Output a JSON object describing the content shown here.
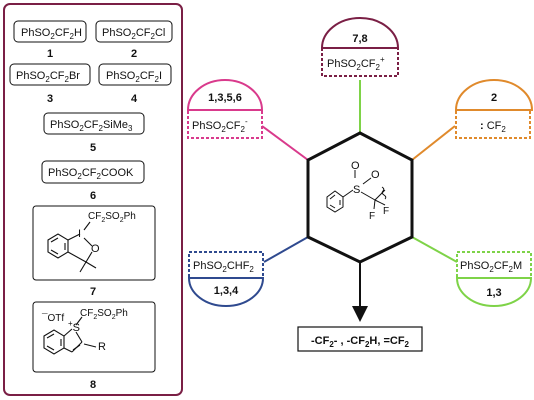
{
  "reagent_box": {
    "items": [
      {
        "formula": "PhSO2CF2H",
        "number": "1"
      },
      {
        "formula": "PhSO2CF2Cl",
        "number": "2"
      },
      {
        "formula": "PhSO2CF2Br",
        "number": "3"
      },
      {
        "formula": "PhSO2CF2I",
        "number": "4"
      },
      {
        "formula": "PhSO2CF2SiMe3",
        "number": "5"
      },
      {
        "formula": "PhSO2CF2COOK",
        "number": "6"
      },
      {
        "formula": "",
        "number": "7",
        "structure_label": "CF2SO2Ph",
        "ring_atom_I": "I",
        "ring_atom_O": "O"
      },
      {
        "formula": "",
        "number": "8",
        "structure_label": "CF2SO2Ph",
        "counter_ion": "OTf",
        "sulfonium": "S",
        "substituent": "R"
      }
    ],
    "border_color": "#7a1f45"
  },
  "center": {
    "s_label": "S",
    "o_label_1": "O",
    "o_label_2": "O",
    "f_label_1": "F",
    "f_label_2": "F"
  },
  "spokes": {
    "top": {
      "numbers": "7,8",
      "species": "PhSO2CF2+",
      "color": "#7a1f45",
      "line_color": "#7ed348"
    },
    "upper_left": {
      "numbers": "1,3,5,6",
      "species": "PhSO2CF2-",
      "color": "#d93a8c",
      "line_color": "#d93a8c"
    },
    "upper_right": {
      "numbers": "2",
      "species": ": CF2",
      "color": "#e08a2c",
      "line_color": "#e08a2c"
    },
    "lower_left": {
      "numbers": "1,3,4",
      "species": "PhSO2CHF2",
      "color": "#2f4a8f",
      "line_color": "#2f4a8f"
    },
    "lower_right": {
      "numbers": "1,3",
      "species": "PhSO2CF2M",
      "color": "#7ed348",
      "line_color": "#7ed348"
    }
  },
  "product_box": {
    "text": "-CF2- , -CF2H, =CF2"
  }
}
